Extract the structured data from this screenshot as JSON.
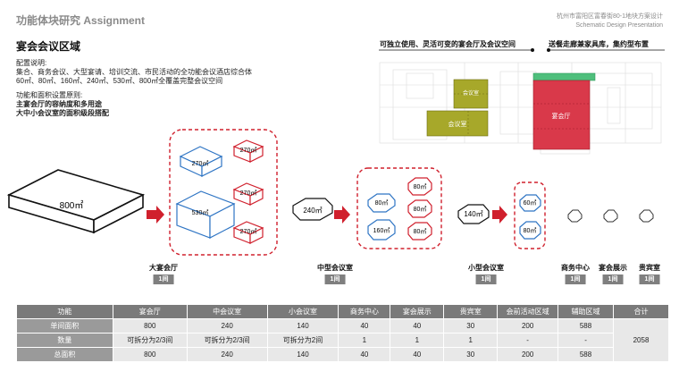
{
  "header": {
    "title": "功能体块研究 Assignment",
    "sub_line1": "杭州市富阳区富春街80-1地块方案设计",
    "sub_line2": "Schematic Design Presentation"
  },
  "section_title": "宴会会议区域",
  "config": {
    "label": "配置说明:",
    "line1": "集合、商务会议、大型宴请、培训交流、市民活动的全功能会议酒店综合体",
    "line2": "60㎡、80㎡、160㎡、240㎡、530㎡、800㎡全覆盖完整会议空间",
    "principle_label": "功能和面积设置原则:",
    "principle1": "主宴会厅的容纳度和多用途",
    "principle2": "大中小会议室的面积级段搭配"
  },
  "plan_captions": {
    "left": "可独立使用、灵活可变的宴会厅及会议空间",
    "right": "送餐走廊兼家具库，集约型布置"
  },
  "plan_labels": {
    "meeting_small": "会议室",
    "meeting": "会议室",
    "banquet": "宴会厅"
  },
  "blocks": {
    "big": "800㎡",
    "b530": "530㎡",
    "b270a": "270㎡",
    "b270b": "270㎡",
    "b270c": "270㎡",
    "b270d": "270㎡",
    "mid": "240㎡",
    "m80a": "80㎡",
    "m80b": "80㎡",
    "m80c": "80㎡",
    "m80d": "80㎡",
    "m160": "160㎡",
    "small": "140㎡",
    "s60": "60㎡",
    "s80": "80㎡"
  },
  "groups": [
    {
      "label": "大宴会厅",
      "badge": "1间"
    },
    {
      "label": "中型会议室",
      "badge": "1间"
    },
    {
      "label": "小型会议室",
      "badge": "1间"
    },
    {
      "label": "商务中心",
      "badge": "1间"
    },
    {
      "label": "宴会展示",
      "badge": "1间"
    },
    {
      "label": "贵宾室",
      "badge": "1间"
    }
  ],
  "table": {
    "headers": [
      "功能",
      "宴会厅",
      "中会议室",
      "小会议室",
      "商务中心",
      "宴会展示",
      "贵宾室",
      "会前活动区域",
      "辅助区域",
      "合计"
    ],
    "rows": [
      {
        "name": "单间面积",
        "cells": [
          "800",
          "240",
          "140",
          "40",
          "40",
          "30",
          "200",
          "588"
        ]
      },
      {
        "name": "数量",
        "cells": [
          "可拆分为2/3间",
          "可拆分为2/3间",
          "可拆分为2间",
          "1",
          "1",
          "1",
          "-",
          "-"
        ]
      },
      {
        "name": "总面积",
        "cells": [
          "800",
          "240",
          "140",
          "40",
          "40",
          "30",
          "200",
          "588"
        ]
      }
    ],
    "total": "2058"
  },
  "colors": {
    "accent_red": "#d0202d",
    "block_blue": "#2f75c4",
    "block_red": "#d0202d",
    "plan_olive": "#a7a82a",
    "plan_red": "#d9394a",
    "plan_green": "#4fbf7c",
    "table_header": "#7a7a7a"
  }
}
